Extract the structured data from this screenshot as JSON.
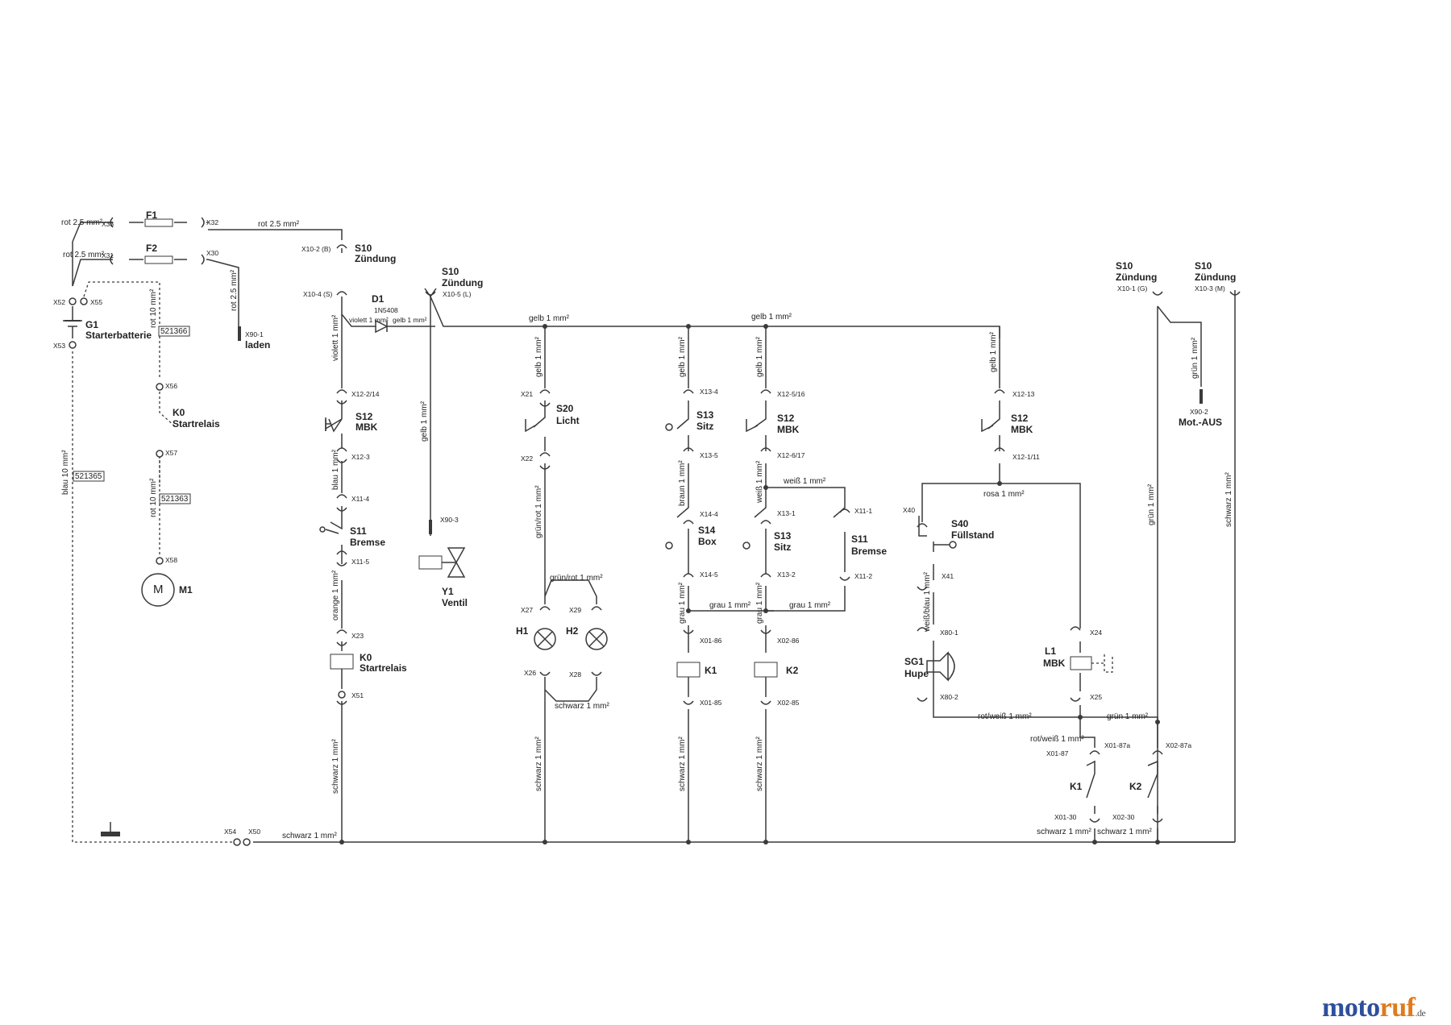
{
  "wires": {
    "rot25": "rot 2.5 mm²",
    "rot10": "rot 10 mm²",
    "blau10": "blau 10 mm²",
    "violett1": "violett 1 mm²",
    "gelb1": "gelb 1 mm²",
    "blau1": "blau 1 mm²",
    "orange1": "orange 1 mm²",
    "schwarz1": "schwarz 1 mm²",
    "gruenrot1": "grün/rot 1 mm²",
    "braun1": "braun 1 mm²",
    "grau1": "grau 1 mm²",
    "weiss1": "weiß 1 mm²",
    "rosa1": "rosa 1 mm²",
    "weissblau1": "weiß/blau 1 mm²",
    "rotweiss1": "rot/weiß 1 mm²",
    "gruen1": "grün 1 mm²"
  },
  "parts": {
    "f1": "F1",
    "f2": "F2",
    "g1": "G1",
    "starterbatterie": "Starterbatterie",
    "k0": "K0",
    "startrelais": "Startrelais",
    "m1": "M1",
    "m_sym": "M",
    "s10": "S10",
    "zuendung": "Zündung",
    "d1": "D1",
    "diode": "1N5408",
    "laden": "laden",
    "s12": "S12",
    "mbk": "MBK",
    "s11": "S11",
    "bremse": "Bremse",
    "y1": "Y1",
    "ventil": "Ventil",
    "s20": "S20",
    "licht": "Licht",
    "h1": "H1",
    "h2": "H2",
    "s13": "S13",
    "sitz": "Sitz",
    "s14": "S14",
    "box": "Box",
    "k1": "K1",
    "k2": "K2",
    "s40": "S40",
    "fuellstand": "Füllstand",
    "sg1": "SG1",
    "hupe": "Hupe",
    "l1": "L1",
    "motaus": "Mot.-AUS"
  },
  "terminals": {
    "x33": "X33",
    "x31": "X31",
    "x32": "X32",
    "x30": "X30",
    "x52": "X52",
    "x55": "X55",
    "x53": "X53",
    "x56": "X56",
    "x57": "X57",
    "x58": "X58",
    "x54": "X54",
    "x50": "X50",
    "x10_2": "X10-2 (B)",
    "x10_4": "X10-4 (S)",
    "x10_5": "X10-5 (L)",
    "x10_1": "X10-1 (G)",
    "x10_3": "X10-3 (M)",
    "x90_1": "X90-1",
    "x90_2": "X90-2",
    "x90_3": "X90-3",
    "x12_2_14": "X12-2/14",
    "x12_3": "X12-3",
    "x11_4": "X11-4",
    "x11_5": "X11-5",
    "x23": "X23",
    "x51": "X51",
    "x21": "X21",
    "x22": "X22",
    "x27": "X27",
    "x29": "X29",
    "x26": "X26",
    "x28": "X28",
    "x13_4": "X13-4",
    "x13_5": "X13-5",
    "x14_4": "X14-4",
    "x14_5": "X14-5",
    "x01_86": "X01-86",
    "x01_85": "X01-85",
    "x12_5_16": "X12-5/16",
    "x12_6_17": "X12-6/17",
    "x13_1": "X13-1",
    "x13_2": "X13-2",
    "x11_1": "X11-1",
    "x11_2": "X11-2",
    "x02_86": "X02-86",
    "x02_85": "X02-85",
    "x12_13": "X12-13",
    "x12_1_11": "X12-1/11",
    "x40": "X40",
    "x41": "X41",
    "x80_1": "X80-1",
    "x80_2": "X80-2",
    "x24": "X24",
    "x25": "X25",
    "x01_87": "X01-87",
    "x01_87a": "X01-87a",
    "x02_87a": "X02-87a",
    "x01_30": "X01-30",
    "x02_30": "X02-30"
  },
  "codes": {
    "c521366": "521366",
    "c521365": "521365",
    "c521363": "521363"
  },
  "brand": {
    "name_a": "moto",
    "name_b": "ruf",
    "domain": ".de"
  },
  "colors": {
    "line": "#3a3a3a",
    "brand_blue": "#2e4f9c",
    "brand_orange": "#e07a1c"
  }
}
